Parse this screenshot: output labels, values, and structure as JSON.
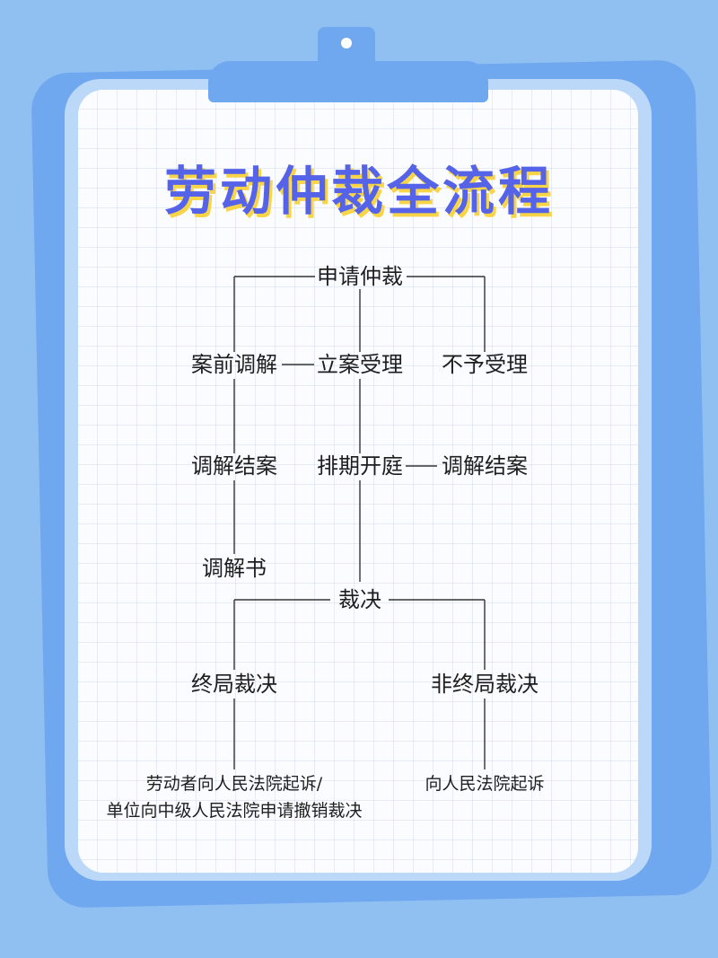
{
  "title": "劳动仲裁全流程",
  "nodes": {
    "apply": "申请仲裁",
    "pre_mediation": "案前调解",
    "filing_accepted": "立案受理",
    "not_accepted": "不予受理",
    "mediation_closed_left": "调解结案",
    "hearing_scheduled": "排期开庭",
    "mediation_closed_right": "调解结案",
    "mediation_document": "调解书",
    "award": "裁决",
    "final_award": "终局裁决",
    "non_final_award": "非终局裁决",
    "final_outcome_line1": "劳动者向人民法院起诉/",
    "final_outcome_line2": "单位向中级人民法院申请撤销裁决",
    "non_final_outcome": "向人民法院起诉"
  }
}
